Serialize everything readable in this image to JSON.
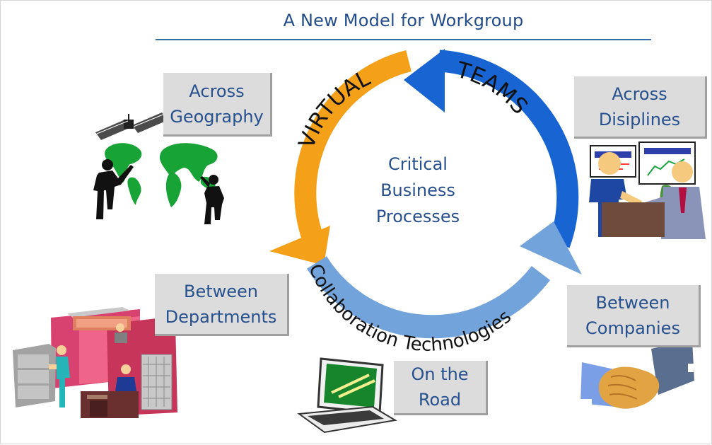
{
  "diagram": {
    "title": "A New Model for Workgroup",
    "center": {
      "line1": "Critical",
      "line2": "Business",
      "line3": "Processes"
    },
    "ring_labels": {
      "virtual": "VIRTUAL",
      "teams": "TEAMS",
      "collaboration": "Collaboration Technologies"
    },
    "boxes": {
      "across_geography": {
        "line1": "Across",
        "line2": "Geography"
      },
      "across_disciplines": {
        "line1": "Across",
        "line2": "Disiplines"
      },
      "between_departments": {
        "line1": "Between",
        "line2": "Departments"
      },
      "between_companies": {
        "line1": "Between",
        "line2": "Companies"
      },
      "on_the_road": {
        "line1": "On the",
        "line2": "Road"
      }
    },
    "colors": {
      "orange": "#f5a019",
      "blue": "#1764d2",
      "light_blue": "#73a3db",
      "text_blue": "#27508e"
    },
    "icons": [
      "satellite-icon",
      "world-map-icon",
      "business-people-icon",
      "monitor-presentation-icon",
      "office-cubicle-icon",
      "laptop-icon",
      "handshake-icon"
    ]
  }
}
